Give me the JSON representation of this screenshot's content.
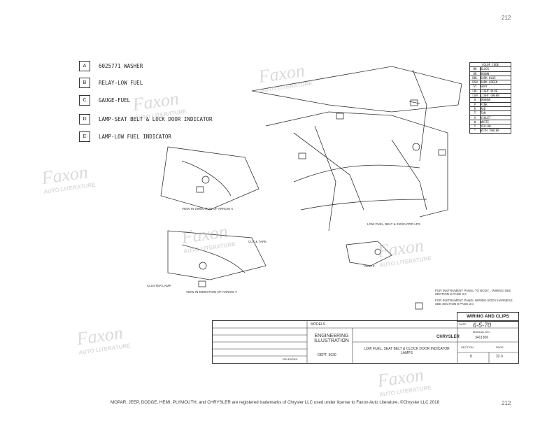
{
  "page": {
    "number_top": "212",
    "number_bottom": "212"
  },
  "legend": [
    {
      "key": "A",
      "label": "6025771 WASHER"
    },
    {
      "key": "B",
      "label": "RELAY-LOW FUEL"
    },
    {
      "key": "C",
      "label": "GAUGE-FUEL"
    },
    {
      "key": "D",
      "label": "LAMP-SEAT BELT & LOCK DOOR INDICATOR"
    },
    {
      "key": "E",
      "label": "LAMP-LOW FUEL INDICATOR"
    }
  ],
  "color_code": {
    "title": "COLOR CODE",
    "rows": [
      [
        "BK",
        "BLACK"
      ],
      [
        "BR",
        "BROWN"
      ],
      [
        "DBL",
        "DARK BLUE"
      ],
      [
        "DGN",
        "DARK GREEN"
      ],
      [
        "GY",
        "GRAY"
      ],
      [
        "LBL",
        "LIGHT BLUE"
      ],
      [
        "LGN",
        "LIGHT GREEN"
      ],
      [
        "O",
        "ORANGE"
      ],
      [
        "P",
        "PINK"
      ],
      [
        "R",
        "RED"
      ],
      [
        "T",
        "TAN"
      ],
      [
        "V",
        "VIOLET"
      ],
      [
        "W",
        "WHITE"
      ],
      [
        "Y",
        "YELLOW"
      ],
      [
        "*",
        "WITH TRACER"
      ]
    ]
  },
  "views": {
    "x": "VIEW IN DIRECTION OF ARROW X",
    "y": "VIEW IN DIRECTION OF ARROW Y",
    "z": "VIEW Z",
    "cluster": "CLUSTER LAMP",
    "note1": "FOR INSTRUMENT PANEL TO BODY... WIRING SEE SECTION 8 PAGE 3.0",
    "note2": "FOR INSTRUMENT PANEL WIRING BODY HARNESS SEE SECTION 8 PAGE 3.0",
    "cut_tape": "CUT & TAPE",
    "lowfuel": "LOW FUEL, BELT & INDICATOR LPS"
  },
  "title_block": {
    "header": "WIRING AND CLIPS",
    "models_label": "MODELS",
    "engineering": "ENGINEERING ILLUSTRATION",
    "dept": "DEPT. 3030",
    "released": "RELEASED",
    "company": "CHRYSLER",
    "description": "LOW FUEL, SEAT BELT & CLOCK DOOR INDICATOR LAMPS",
    "date_label": "DATE",
    "date": "6-5-70",
    "manual_label": "MANUAL NO.",
    "manual": "3411306",
    "section_label": "SECTION",
    "section": "8",
    "page_label": "PAGE",
    "page": "32.0"
  },
  "watermark": {
    "brand": "Faxon",
    "sub": "AUTO LITERATURE"
  },
  "footer": "MOPAR, JEEP, DODGE, HEMI, PLYMOUTH, and CHRYSLER are registered trademarks of Chrysler LLC used under license to Faxon Auto Literature. ©Chrysler LLC 2018"
}
